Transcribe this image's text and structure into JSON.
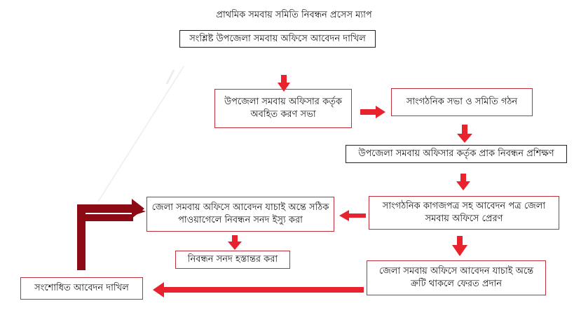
{
  "title": "প্রাথমিক সমবায় সমিতি নিবন্ধন প্রসেস ম্যাপ",
  "steps": {
    "s1": "সংশ্লিষ্ট উপজেলা সমবায় অফিসে আবেদন দাখিল",
    "s2": "উপজেলা সমবায় অফিসার কর্তৃক অবহিত করণ সভা",
    "s3": "সাংগঠনিক সভা ও সমিতি গঠন",
    "s4": "উপজেলা সমবায় অফিসার কর্তৃক প্রাক নিবন্ধন প্রশিক্ষণ",
    "s5": "সাংগঠনিক কাগজপত্র সহ আবেদন পত্র জেলা সমবায় অফিসে প্রেরণ",
    "s6": "জেলা সমবায় অফিসে আবেদন যাচাই অন্তে সঠিক পাওয়াগেলে  নিবন্ধন সনদ  ইস্যু করা",
    "s7": "নিবন্ধন সনদ হস্তান্তর করা",
    "s8": "জেলা সমবায় অফিসে আবেদন যাচাই অন্তে ক্রটি থাকলে ফেরত প্রদান",
    "s9": "সংশোধিত আবেদন দাখিল"
  },
  "colors": {
    "arrow": "#e8232e",
    "return_arrow": "#8b0a14",
    "box_border": "#c0303a"
  }
}
